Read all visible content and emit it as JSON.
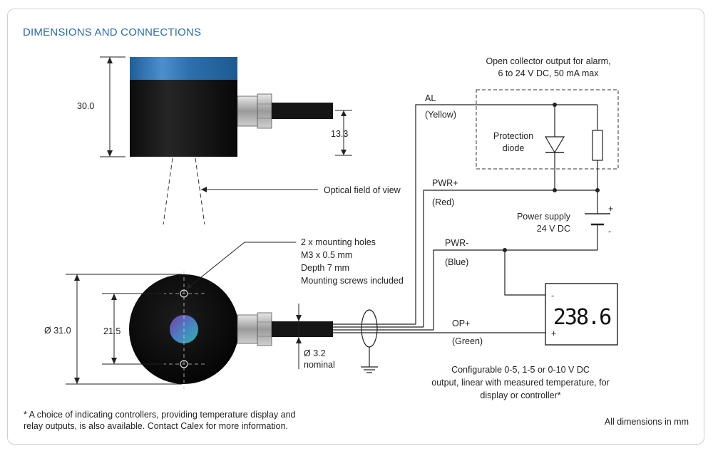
{
  "title": "DIMENSIONS AND CONNECTIONS",
  "dimensions": {
    "height": "30.0",
    "cable_height": "13.3",
    "diameter": "Ø 31.0",
    "hole_spacing": "21.5",
    "cable_diameter": "Ø 3.2",
    "cable_diameter_note": "nominal"
  },
  "labels": {
    "optical_fov": "Optical field of view",
    "mounting_holes": [
      "2 x mounting holes",
      "M3 x 0.5 mm",
      "Depth 7 mm",
      "Mounting screws included"
    ],
    "alarm_output": [
      "Open collector output for alarm,",
      "6 to 24 V DC, 50 mA max"
    ],
    "protection_diode": [
      "Protection",
      "diode"
    ],
    "power_supply": [
      "Power supply",
      "24 V DC"
    ],
    "analog_output": [
      "Configurable 0-5, 1-5 or 0-10 V DC",
      "output, linear with measured temperature, for",
      "display or controller*"
    ]
  },
  "wires": [
    {
      "name": "AL",
      "color": "(Yellow)"
    },
    {
      "name": "PWR+",
      "color": "(Red)"
    },
    {
      "name": "PWR-",
      "color": "(Blue)"
    },
    {
      "name": "OP+",
      "color": "(Green)"
    }
  ],
  "polarity": {
    "plus": "+",
    "minus": "-"
  },
  "display_value": "238.6",
  "footnote": [
    "* A choice of indicating controllers, providing temperature display and",
    "relay outputs, is also available. Contact Calex for more information."
  ],
  "units_note": "All dimensions in mm",
  "colors": {
    "accent": "#2b6ea6",
    "sensor_cap": "#2f74b2",
    "lens_a": "#7a3ea8",
    "lens_b": "#2fb7a9"
  }
}
